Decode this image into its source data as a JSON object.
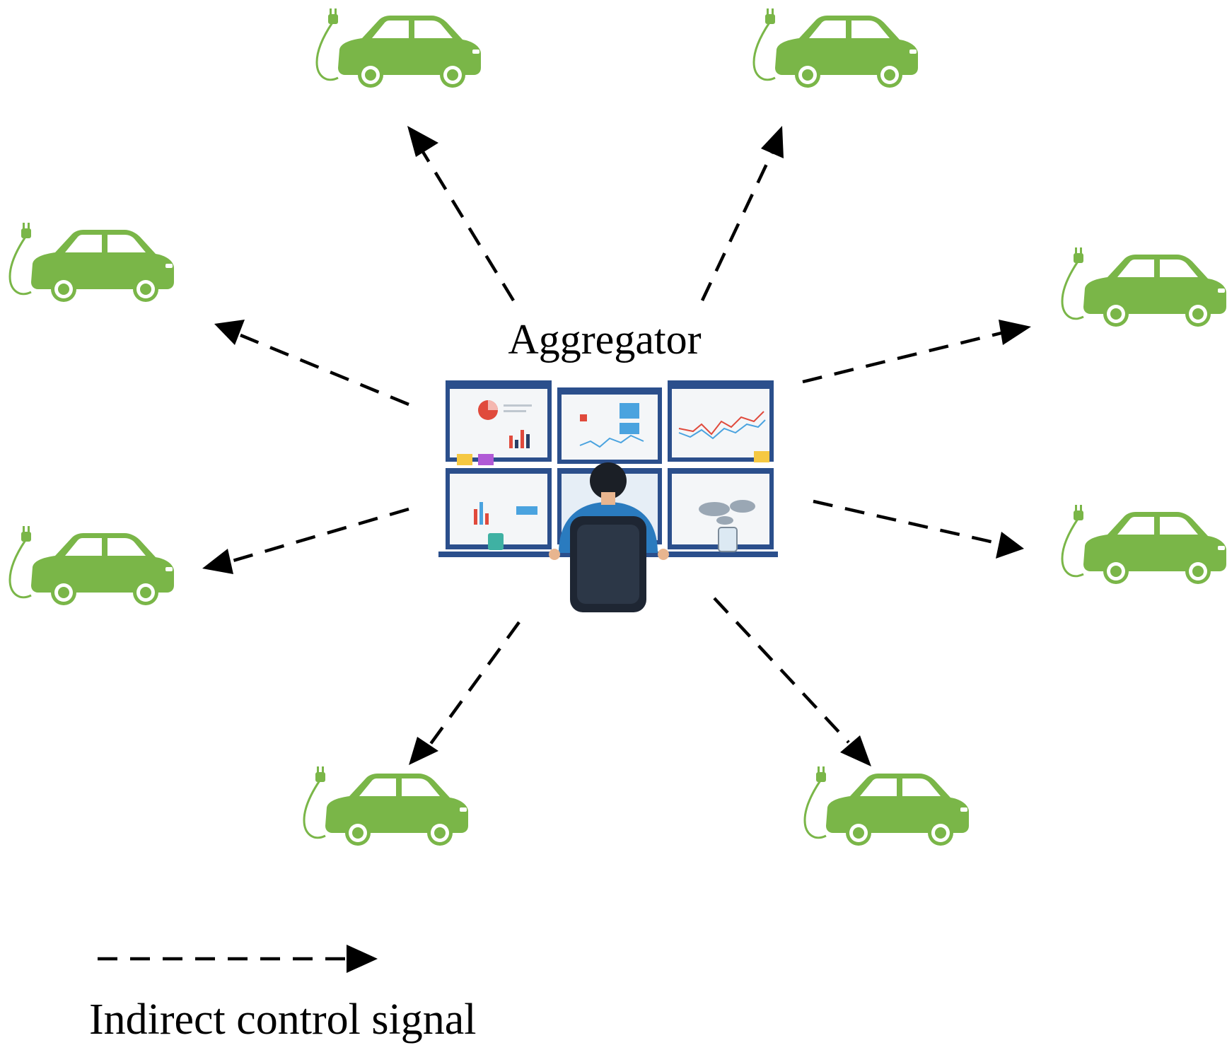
{
  "aggregator": {
    "label": "Aggregator",
    "icon": "operator-monitoring-screens-icon"
  },
  "vehicles": {
    "icon": "electric-car-plug-icon",
    "color": "#7ab648",
    "count": 8
  },
  "signals": {
    "style": "dashed-arrow",
    "color": "#000000"
  },
  "legend": {
    "label": "Indirect control signal"
  },
  "colors": {
    "car_green": "#7ab648",
    "screen_frame": "#2b4f8c",
    "operator_shirt": "#2a7bbf",
    "chair": "#1e2633"
  }
}
